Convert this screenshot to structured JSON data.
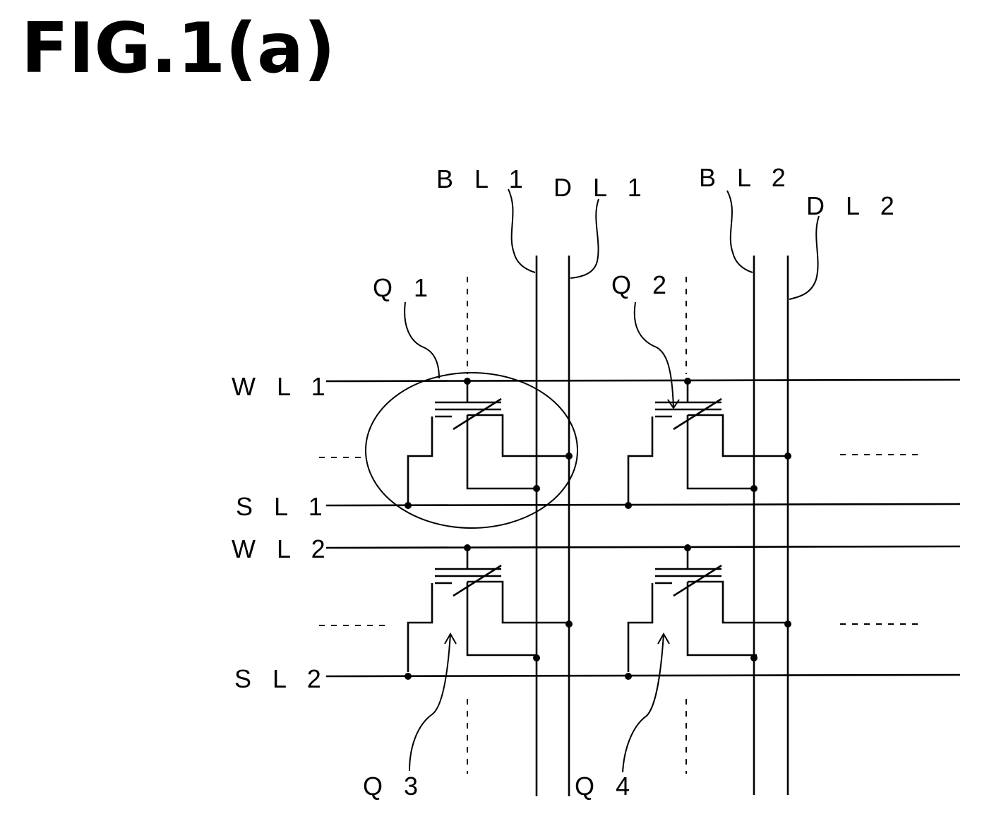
{
  "figure": {
    "title": "FIG.1(a)",
    "labels": {
      "bl1": "B L 1",
      "dl1": "D L 1",
      "bl2": "B L 2",
      "dl2": "D L 2",
      "wl1": "W L 1",
      "sl1": "S L 1",
      "wl2": "W L 2",
      "sl2": "S L 2",
      "q1": "Q 1",
      "q2": "Q 2",
      "q3": "Q 3",
      "q4": "Q 4"
    }
  }
}
